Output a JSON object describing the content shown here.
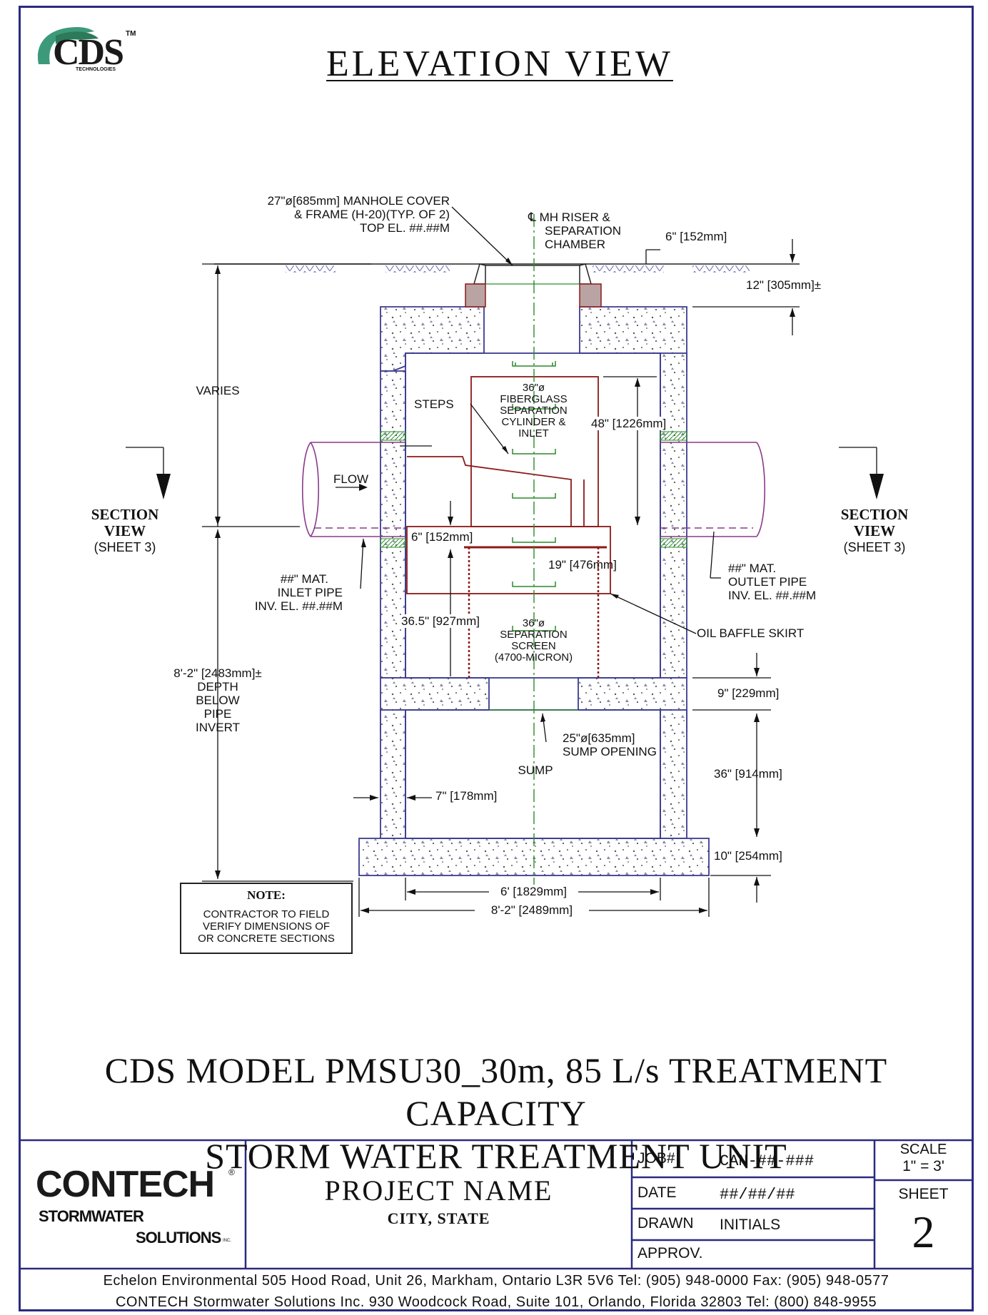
{
  "brand": {
    "logo_text": "CDS",
    "logo_sub": "TECHNOLOGIES",
    "tm": "TM"
  },
  "title": "ELEVATION VIEW",
  "labels": {
    "manhole_cover": [
      "27\"ø[685mm] MANHOLE COVER",
      "& FRAME (H-20)(TYP. OF 2)",
      "TOP EL. ##.##M"
    ],
    "cl_riser": [
      "℄ MH RISER &",
      "SEPARATION",
      "CHAMBER"
    ],
    "dim_6_top": "6\" [152mm]",
    "dim_12": "12\" [305mm]±",
    "varies": "VARIES",
    "steps": "STEPS",
    "cylinder": [
      "36\"ø",
      "FIBERGLASS",
      "SEPARATION",
      "CYLINDER &",
      "INLET"
    ],
    "dim_48": "48\" [1226mm]",
    "flow": "FLOW",
    "dim_6_mid": "6\" [152mm]",
    "dim_19": "19\" [476mm]",
    "inlet_pipe": [
      "##\" MAT.",
      "INLET PIPE",
      "INV. EL. ##.##M"
    ],
    "outlet_pipe": [
      "##\" MAT.",
      "OUTLET PIPE",
      "INV. EL. ##.##M"
    ],
    "dim_36_5": "36.5\" [927mm]",
    "screen": [
      "36\"ø",
      "SEPARATION",
      "SCREEN",
      "(4700-MICRON)"
    ],
    "oil_baffle": "OIL BAFFLE SKIRT",
    "depth": [
      "8'-2\" [2483mm]±",
      "DEPTH",
      "BELOW",
      "PIPE",
      "INVERT"
    ],
    "dim_9": "9\" [229mm]",
    "sump_opening": [
      "25\"ø[635mm]",
      "SUMP OPENING"
    ],
    "sump": "SUMP",
    "dim_36": "36\" [914mm]",
    "dim_7": "7\" [178mm]",
    "dim_10": "10\" [254mm]",
    "dim_6ft": "6' [1829mm]",
    "dim_8ft": "8'-2\" [2489mm]",
    "section_left": [
      "SECTION",
      "VIEW",
      "(SHEET 3)"
    ],
    "section_right": [
      "SECTION",
      "VIEW",
      "(SHEET 3)"
    ]
  },
  "note": {
    "heading": "NOTE:",
    "body": [
      "CONTRACTOR TO FIELD",
      "VERIFY DIMENSIONS OF",
      "OR CONCRETE SECTIONS"
    ]
  },
  "model_title": [
    "CDS MODEL PMSU30_30m, 85 L/s TREATMENT CAPACITY",
    "STORM WATER TREATMENT UNIT"
  ],
  "title_block": {
    "company": {
      "name": "CONTECH",
      "reg": "®",
      "line1": "STORMWATER",
      "line2": "SOLUTIONS",
      "inc": "INC."
    },
    "project_name": "PROJECT NAME",
    "city_state": "CITY, STATE",
    "job_label": "JOB#",
    "job_value": "CAN-##-###",
    "date_label": "DATE",
    "date_value": "##/##/##",
    "drawn_label": "DRAWN",
    "drawn_value": "INITIALS",
    "approv_label": "APPROV.",
    "scale_label": "SCALE",
    "scale_value": "1\" = 3'",
    "sheet_label": "SHEET",
    "sheet_value": "2"
  },
  "footer": [
    "Echelon Environmental 505 Hood Road, Unit 26, Markham, Ontario L3R 5V6 Tel: (905) 948-0000 Fax: (905) 948-0577",
    "CONTECH Stormwater Solutions Inc. 930 Woodcock Road, Suite 101, Orlando, Florida 32803 Tel: (800) 848-9955"
  ],
  "colors": {
    "structure": "#3b3b8f",
    "pipe": "#8a3a8a",
    "cylinder": "#8b1a1a",
    "centerline": "#2a8a2a",
    "border": "#2a2a80"
  }
}
